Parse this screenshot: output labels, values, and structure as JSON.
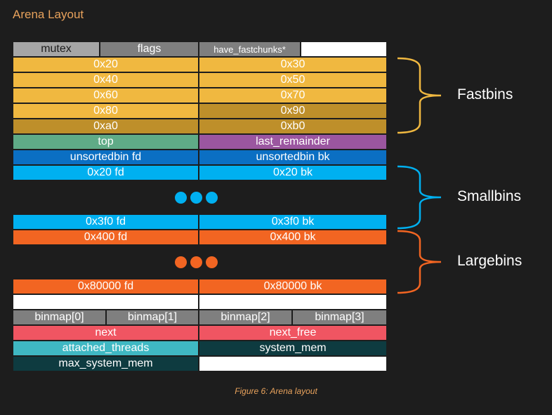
{
  "title": "Arena Layout",
  "caption": "Figure 6: Arena layout",
  "colors": {
    "gray": "#a6a6a6",
    "dark_gray": "#7f7f7f",
    "yellow": "#f0b840",
    "dark_yellow": "#be8f2a",
    "green": "#5fab87",
    "purple": "#9b56a0",
    "blue": "#0b6fc3",
    "cyan": "#00b0f0",
    "orange": "#f26522",
    "white": "#ffffff",
    "pink": "#f05562",
    "teal": "#3fb8c3",
    "dark_teal": "#0e3b40"
  },
  "rows": [
    {
      "cells": [
        {
          "text": "mutex",
          "color": "gray"
        },
        {
          "text": "flags",
          "color": "dark_gray"
        },
        {
          "text": "have_fastchunks*",
          "color": "dark_gray",
          "small": true
        },
        {
          "text": "",
          "color": "white"
        }
      ]
    },
    {
      "cells": [
        {
          "text": "0x20",
          "color": "yellow"
        },
        {
          "text": "0x30",
          "color": "yellow"
        }
      ]
    },
    {
      "cells": [
        {
          "text": "0x40",
          "color": "yellow"
        },
        {
          "text": "0x50",
          "color": "yellow"
        }
      ]
    },
    {
      "cells": [
        {
          "text": "0x60",
          "color": "yellow"
        },
        {
          "text": "0x70",
          "color": "yellow"
        }
      ]
    },
    {
      "cells": [
        {
          "text": "0x80",
          "color": "yellow"
        },
        {
          "text": "0x90",
          "color": "dark_yellow"
        }
      ]
    },
    {
      "cells": [
        {
          "text": "0xa0",
          "color": "dark_yellow"
        },
        {
          "text": "0xb0",
          "color": "dark_yellow"
        }
      ]
    },
    {
      "cells": [
        {
          "text": "top",
          "color": "green"
        },
        {
          "text": "last_remainder",
          "color": "purple"
        }
      ]
    },
    {
      "cells": [
        {
          "text": "unsortedbin fd",
          "color": "blue"
        },
        {
          "text": "unsortedbin bk",
          "color": "blue"
        }
      ]
    },
    {
      "cells": [
        {
          "text": "0x20 fd",
          "color": "cyan"
        },
        {
          "text": "0x20 bk",
          "color": "cyan"
        }
      ]
    },
    {
      "gap": "cyan"
    },
    {
      "cells": [
        {
          "text": "0x3f0 fd",
          "color": "cyan"
        },
        {
          "text": "0x3f0 bk",
          "color": "cyan"
        }
      ]
    },
    {
      "cells": [
        {
          "text": "0x400 fd",
          "color": "orange"
        },
        {
          "text": "0x400 bk",
          "color": "orange"
        }
      ]
    },
    {
      "gap": "orange"
    },
    {
      "cells": [
        {
          "text": "0x80000 fd",
          "color": "orange"
        },
        {
          "text": "0x80000 bk",
          "color": "orange"
        }
      ]
    },
    {
      "cells": [
        {
          "text": "",
          "color": "white"
        },
        {
          "text": "",
          "color": "white"
        }
      ]
    },
    {
      "cells": [
        {
          "text": "binmap[0]",
          "color": "dark_gray"
        },
        {
          "text": "binmap[1]",
          "color": "dark_gray"
        },
        {
          "text": "binmap[2]",
          "color": "dark_gray"
        },
        {
          "text": "binmap[3]",
          "color": "dark_gray"
        }
      ]
    },
    {
      "cells": [
        {
          "text": "next",
          "color": "pink"
        },
        {
          "text": "next_free",
          "color": "pink"
        }
      ]
    },
    {
      "cells": [
        {
          "text": "attached_threads",
          "color": "teal"
        },
        {
          "text": "system_mem",
          "color": "dark_teal"
        }
      ]
    },
    {
      "cells": [
        {
          "text": "max_system_mem",
          "color": "dark_teal"
        },
        {
          "text": "",
          "color": "white"
        }
      ]
    }
  ],
  "braces": [
    {
      "label": "Fastbins",
      "color": "yellow",
      "from_row": 1,
      "to_row": 5
    },
    {
      "label": "Smallbins",
      "color": "cyan",
      "from_row": 8,
      "to_row": 10
    },
    {
      "label": "Largebins",
      "color": "orange",
      "from_row": 11,
      "to_row": 13
    }
  ]
}
